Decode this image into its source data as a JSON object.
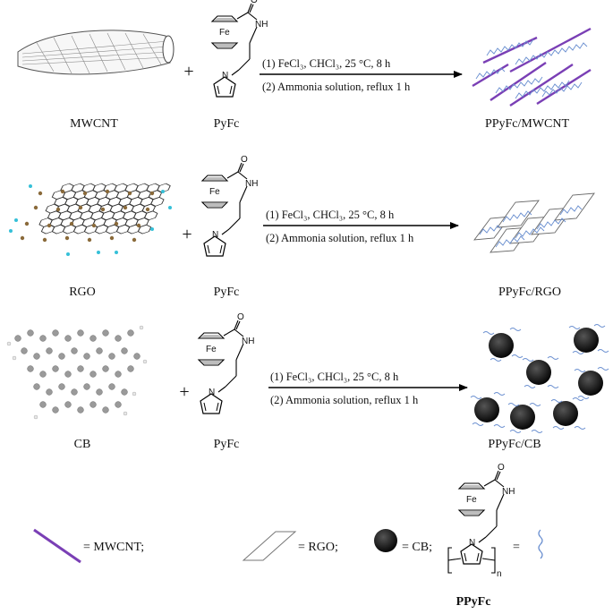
{
  "rows": [
    {
      "reactant": "MWCNT",
      "reagent": "PyFc",
      "product": "PPyFc/MWCNT",
      "step1": "(1) FeCl₃, CHCl₃, 25 °C, 8 h",
      "step2": "(2) Ammonia solution, reflux 1 h"
    },
    {
      "reactant": "RGO",
      "reagent": "PyFc",
      "product": "PPyFc/RGO",
      "step1": "(1) FeCl₃, CHCl₃, 25 °C, 8 h",
      "step2": "(2) Ammonia solution, reflux 1 h"
    },
    {
      "reactant": "CB",
      "reagent": "PyFc",
      "product": "PPyFc/CB",
      "step1": "(1) FeCl₃, CHCl₃, 25 °C, 8 h",
      "step2": "(2) Ammonia solution, reflux 1 h"
    }
  ],
  "plus": "+",
  "molecule": {
    "fe": "Fe",
    "nh": "NH",
    "o": "O",
    "n": "N",
    "sub": "n"
  },
  "legend": {
    "mwcnt": "= MWCNT;",
    "rgo": "= RGO;",
    "cb": "= CB;",
    "polymer_eq": "=",
    "polymer_name": "PPyFc"
  },
  "colors": {
    "nanotube_line": "#777777",
    "graphene_carbon": "#8a6a3a",
    "graphene_h": "#35c0d8",
    "carbon_black_atom": "#9a9a9a",
    "polymer_wave": "#6a8fd0",
    "mwcnt_rod": "#7a3fb5",
    "cb_sphere": "#111111"
  }
}
